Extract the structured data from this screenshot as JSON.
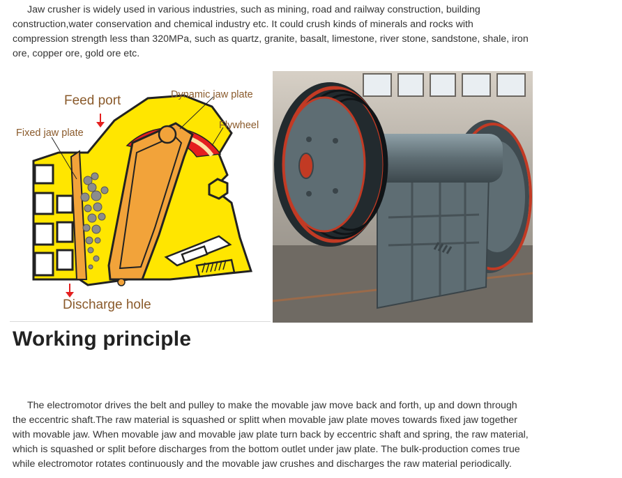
{
  "intro": {
    "text": "Jaw crusher is widely used in various industries, such as mining, road and railway construction, building construction,water conservation and chemical industry etc. It could crush kinds of minerals and rocks with compression strength less than 320MPa, such as quartz, granite, basalt, limestone, river stone, sandstone, shale, iron ore, copper ore, gold ore etc."
  },
  "diagram": {
    "labels": {
      "feed_port": "Feed port",
      "dynamic_jaw_plate": "Dynamic jaw plate",
      "flywheel": "Flywheel",
      "fixed_jaw_plate": "Fixed jaw plate",
      "discharge_hole": "Discharge hole"
    }
  },
  "section": {
    "heading": "Working principle",
    "text": "The electromotor drives the belt and pulley to make the movable jaw move back and forth, up and down through the eccentric shaft.The raw material is squashed or splitt when movable jaw plate moves towards fixed jaw together with movable jaw. When movable jaw and movable jaw plate turn back by eccentric shaft and spring, the raw material, which is squashed or split before discharges from the bottom outlet under jaw plate. The bulk-production comes true while electromotor rotates continuously and the movable jaw crushes and discharges the raw material periodically."
  },
  "colors": {
    "text": "#333333",
    "heading": "#222222",
    "diagram_yellow": "#ffe600",
    "diagram_orange": "#f2a33a",
    "diagram_red": "#e41f1f",
    "label_brown": "#8a5a2b",
    "machine_gray": "#5e6d73",
    "machine_red": "#c23a24"
  }
}
